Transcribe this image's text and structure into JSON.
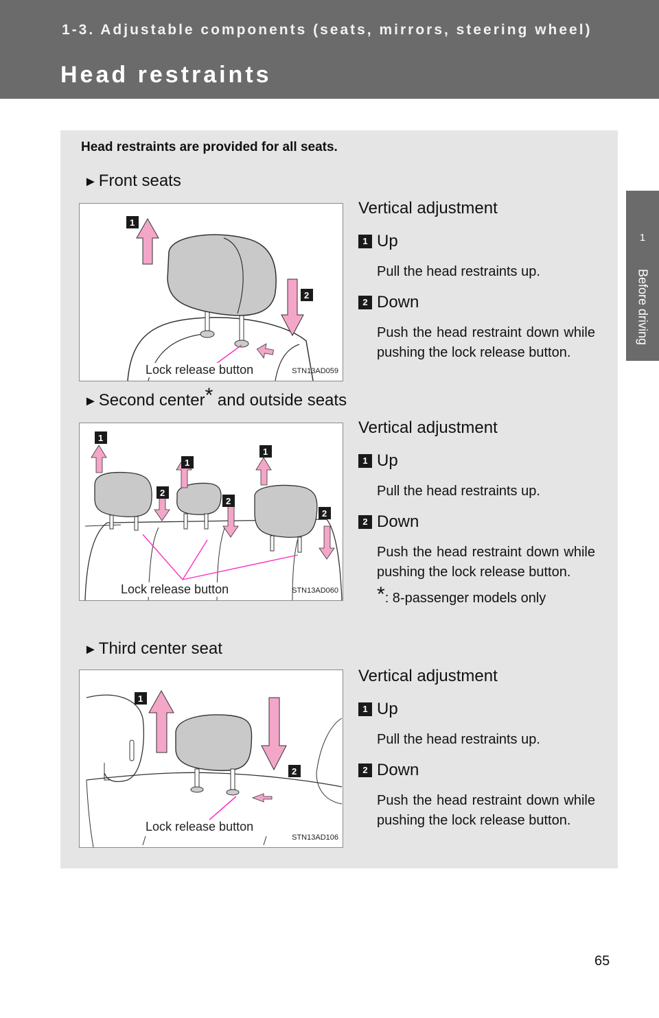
{
  "header": {
    "chapter": "1-3. Adjustable components (seats, mirrors, steering wheel)",
    "title": "Head restraints"
  },
  "side_tab": {
    "number": "1",
    "label": "Before driving"
  },
  "intro": "Head restraints are provided for all seats.",
  "sections": [
    {
      "heading": "Front seats",
      "figure_code": "STN13AD059",
      "lock_label": "Lock release button",
      "vertical": "Vertical adjustment",
      "up": "Up",
      "up_desc": "Pull the head restraints up.",
      "down": "Down",
      "down_desc": "Push the head restraint down while pushing the lock release button."
    },
    {
      "heading_pre": "Second center",
      "heading_star": "*",
      "heading_post": " and outside seats",
      "figure_code": "STN13AD060",
      "lock_label": "Lock release button",
      "vertical": "Vertical adjustment",
      "up": "Up",
      "up_desc": "Pull the head restraints up.",
      "down": "Down",
      "down_desc": "Push the head restraint down while pushing the lock release button.",
      "footnote_star": "*",
      "footnote": ": 8-passenger models only"
    },
    {
      "heading": "Third center seat",
      "figure_code": "STN13AD106",
      "lock_label": "Lock release button",
      "vertical": "Vertical adjustment",
      "up": "Up",
      "up_desc": "Pull the head restraints up.",
      "down": "Down",
      "down_desc": "Push the head restraint down while pushing the lock release button."
    }
  ],
  "badges": {
    "one": "1",
    "two": "2"
  },
  "triangle": "►",
  "page_number": "65",
  "colors": {
    "header": "#6b6b6b",
    "panel": "#e5e5e5",
    "arrow": "#f4a6c8",
    "pointer": "#ff2fc0"
  }
}
